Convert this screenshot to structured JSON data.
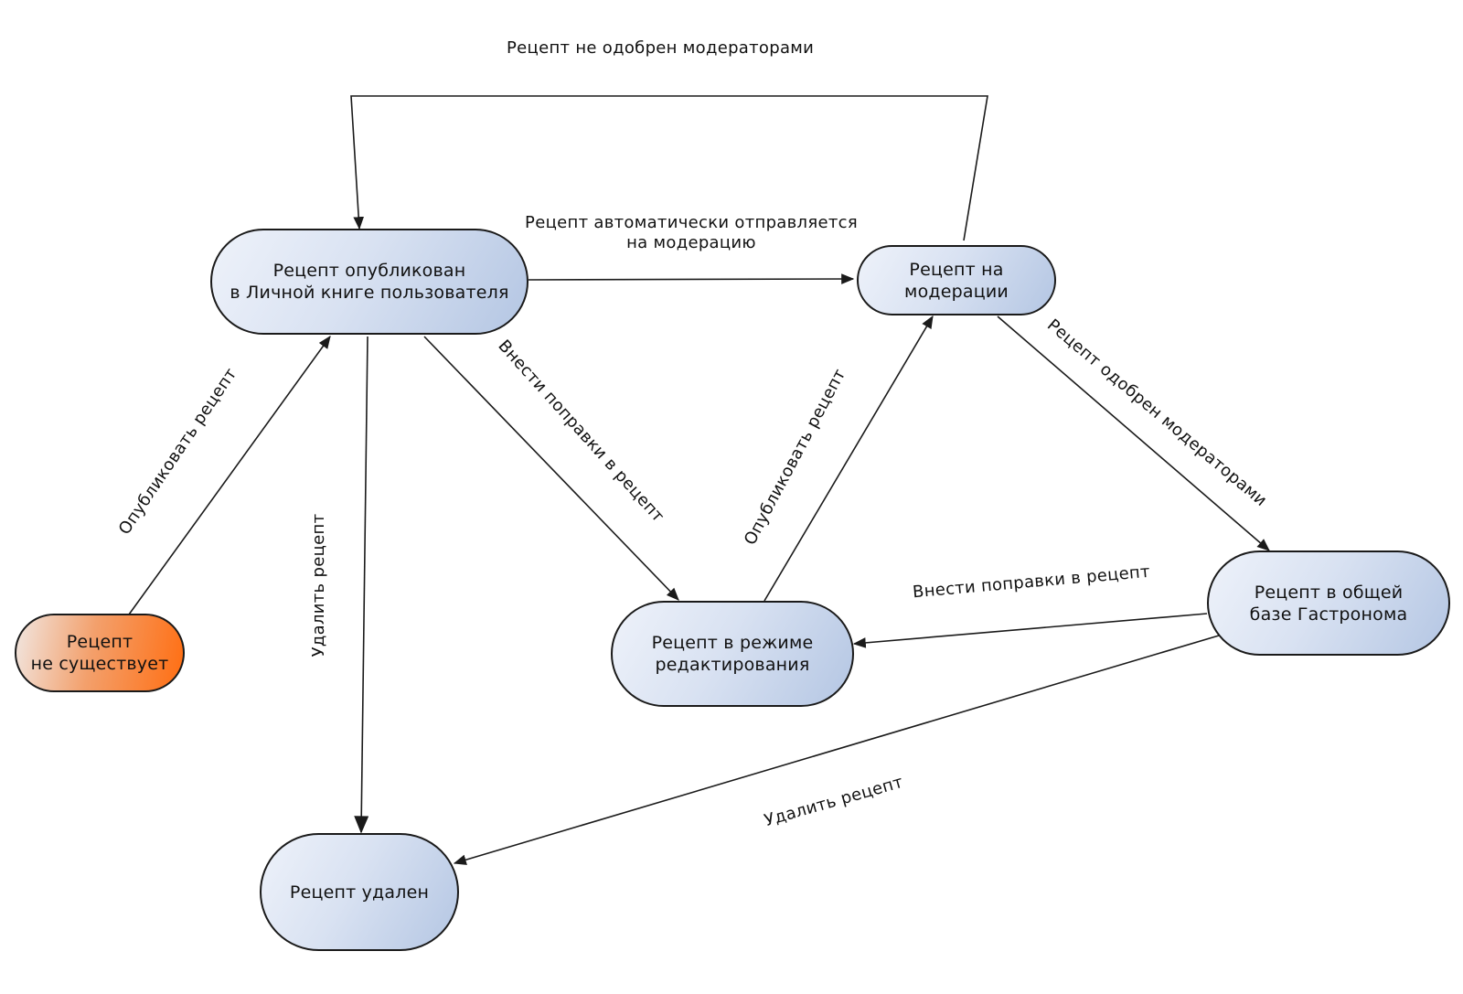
{
  "nodes": {
    "not_exists": {
      "line1": "Рецепт",
      "line2": "не существует"
    },
    "published_personal": {
      "line1": "Рецепт опубликован",
      "line2": "в Личной книге пользователя"
    },
    "on_moderation": {
      "line1": "Рецепт на",
      "line2": "модерации"
    },
    "in_editing": {
      "line1": "Рецепт в режиме",
      "line2": "редактирования"
    },
    "in_common_base": {
      "line1": "Рецепт в общей",
      "line2": "базе Гастронома"
    },
    "deleted": {
      "line1": "Рецепт удален"
    }
  },
  "edges": {
    "not_approved": "Рецепт не одобрен модераторами",
    "auto_to_moderation_line1": "Рецепт автоматически отправляется",
    "auto_to_moderation_line2": "на модерацию",
    "publish_from_none": "Опубликовать рецепт",
    "delete_from_personal": "Удалить рецепт",
    "edit_from_personal": "Внести поправки в рецепт",
    "publish_from_editing": "Опубликовать рецепт",
    "approved": "Рецепт одобрен модераторами",
    "edit_from_common": "Внести поправки в рецепт",
    "delete_from_common": "Удалить рецепт"
  },
  "colors": {
    "line": "#1a1a1a",
    "node_fill_light": "#eef2fa",
    "node_fill_dark": "#b4c6e3",
    "start_fill": "#ff6e12"
  }
}
